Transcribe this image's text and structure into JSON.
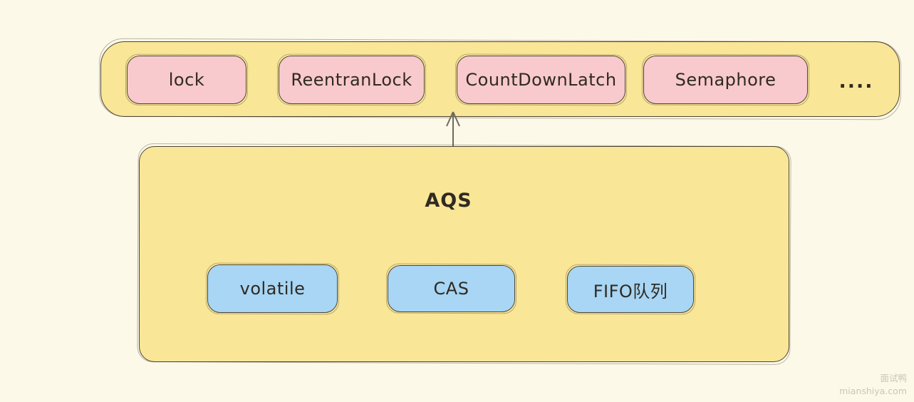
{
  "top_bar": {
    "items": [
      {
        "label": "lock"
      },
      {
        "label": "ReentranLock"
      },
      {
        "label": "CountDownLatch"
      },
      {
        "label": "Semaphore"
      }
    ],
    "more": "...."
  },
  "aqs": {
    "title": "AQS",
    "components": [
      {
        "label": "volatile"
      },
      {
        "label": "CAS"
      },
      {
        "label": "FIFO队列"
      }
    ]
  },
  "arrow": {
    "from": "AQS",
    "to": "top_bar",
    "direction": "up"
  },
  "watermark": {
    "name": "面试鸭",
    "site": "mianshiya.com"
  },
  "colors": {
    "background": "#FDF9E9",
    "container_fill": "#F9E697",
    "node_fill_pink": "#F8C9CD",
    "node_fill_blue": "#A8D6F4",
    "stroke": "#4C4433",
    "text": "#2F2A22",
    "watermark_text": "#CCC5B6",
    "arrow": "#6F6A60"
  }
}
